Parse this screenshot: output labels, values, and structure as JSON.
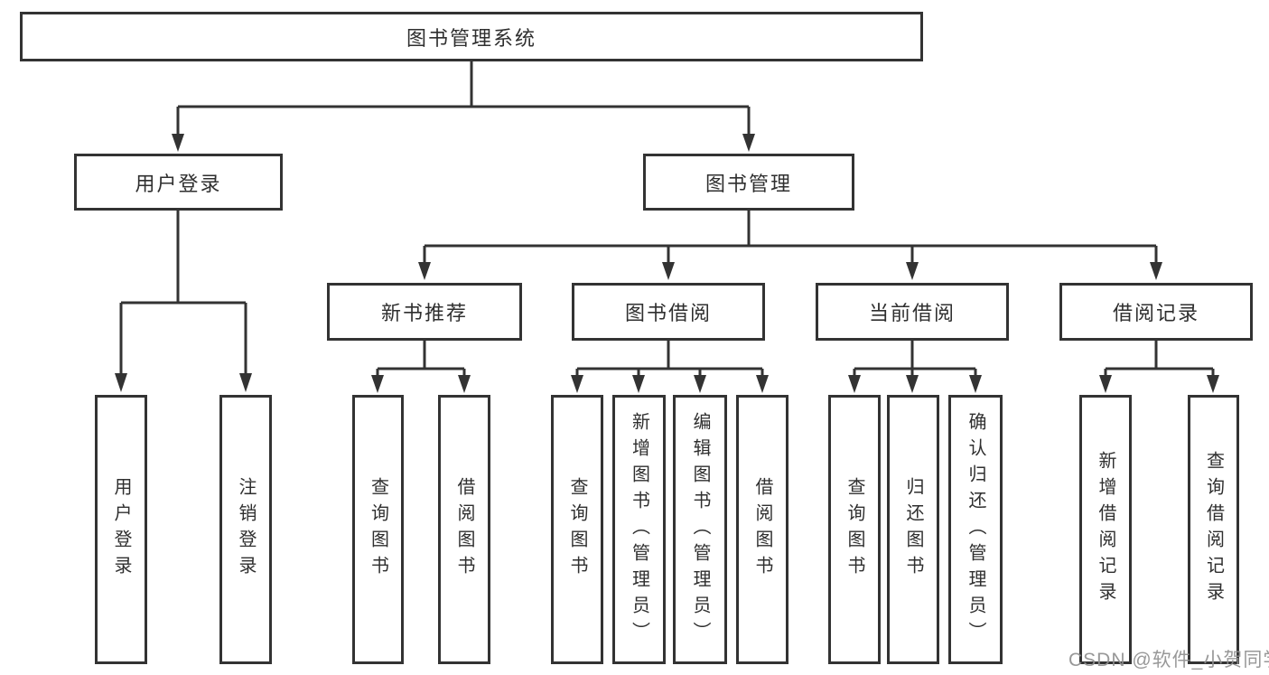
{
  "colors": {
    "background": "#ffffff",
    "line": "#333333",
    "box_border": "#333333",
    "box_fill": "#ffffff",
    "label_text": "#2f2f2f",
    "watermark_text": "#8f8f8f"
  },
  "tree": {
    "root": {
      "label": "图书管理系统"
    },
    "branches": [
      {
        "label": "用户登录",
        "children": [
          {
            "label": "用户登录"
          },
          {
            "label": "注销登录"
          }
        ]
      },
      {
        "label": "图书管理",
        "children": [
          {
            "label": "新书推荐",
            "children": [
              {
                "label": "查询图书"
              },
              {
                "label": "借阅图书"
              }
            ]
          },
          {
            "label": "图书借阅",
            "children": [
              {
                "label": "查询图书"
              },
              {
                "label": "新增图书（管理员）"
              },
              {
                "label": "编辑图书（管理员）"
              },
              {
                "label": "借阅图书"
              }
            ]
          },
          {
            "label": "当前借阅",
            "children": [
              {
                "label": "查询图书"
              },
              {
                "label": "归还图书"
              },
              {
                "label": "确认归还（管理员）"
              }
            ]
          },
          {
            "label": "借阅记录",
            "children": [
              {
                "label": "新增借阅记录"
              },
              {
                "label": "查询借阅记录"
              }
            ]
          }
        ]
      }
    ]
  },
  "watermark": {
    "text": "CSDN @软件_小贺同学"
  }
}
